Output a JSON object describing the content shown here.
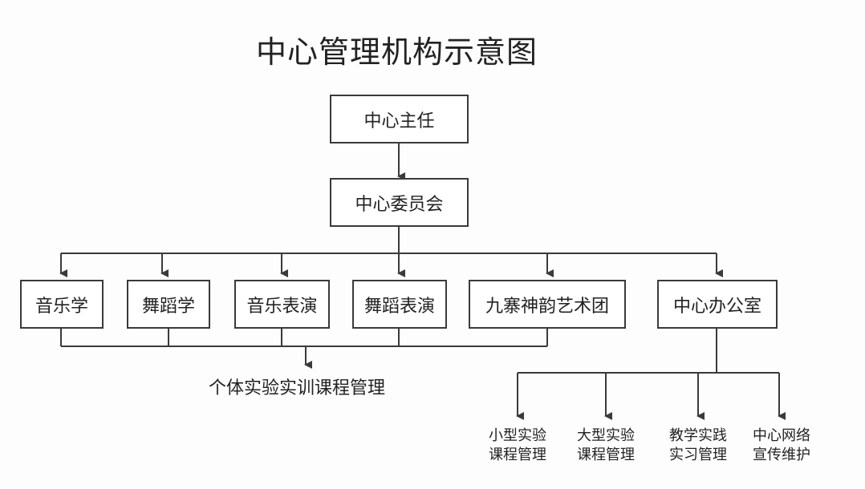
{
  "title": "中心管理机构示意图",
  "nodes": {
    "director": "中心主任",
    "committee": "中心委员会",
    "music": "音乐学",
    "dance": "舞蹈学",
    "music_performance": "音乐表演",
    "dance_performance": "舞蹈表演",
    "troupe": "九寨神韵艺术团",
    "office": "中心办公室"
  },
  "course_management": "个体实验实训课程管理",
  "office_duties": [
    {
      "line1": "小型实验",
      "line2": "课程管理"
    },
    {
      "line1": "大型实验",
      "line2": "课程管理"
    },
    {
      "line1": "教学实践",
      "line2": "实习管理"
    },
    {
      "line1": "中心网络",
      "line2": "宣传维护"
    }
  ],
  "colors": {
    "line": "#3a3a3a",
    "box_border": "#3a3a3a",
    "text": "#222222"
  }
}
